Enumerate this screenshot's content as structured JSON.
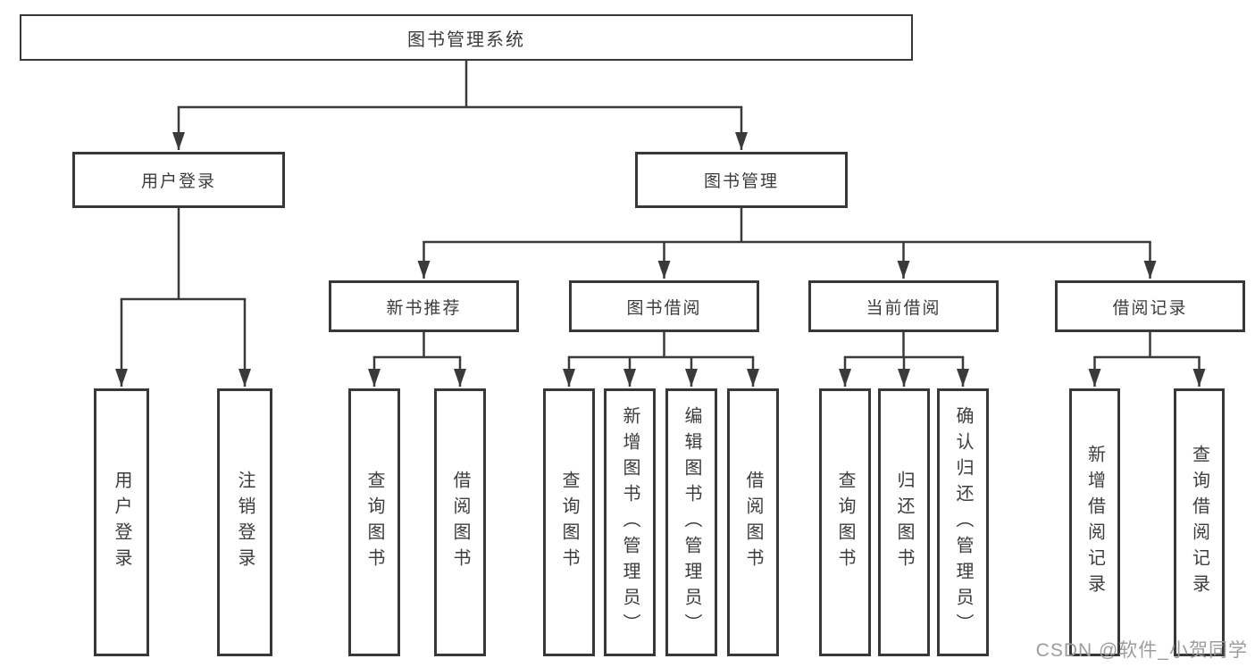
{
  "diagram": {
    "root": {
      "label": "图书管理系统"
    },
    "branches": [
      {
        "label": "用户登录",
        "children": [
          {
            "label": "用户登录"
          },
          {
            "label": "注销登录"
          }
        ]
      },
      {
        "label": "图书管理",
        "children": [
          {
            "label": "新书推荐",
            "children": [
              {
                "label": "查询图书"
              },
              {
                "label": "借阅图书"
              }
            ]
          },
          {
            "label": "图书借阅",
            "children": [
              {
                "label": "查询图书"
              },
              {
                "label": "新增图书（管理员）"
              },
              {
                "label": "编辑图书（管理员）"
              },
              {
                "label": "借阅图书"
              }
            ]
          },
          {
            "label": "当前借阅",
            "children": [
              {
                "label": "查询图书"
              },
              {
                "label": "归还图书"
              },
              {
                "label": "确认归还（管理员）"
              }
            ]
          },
          {
            "label": "借阅记录",
            "children": [
              {
                "label": "新增借阅记录"
              },
              {
                "label": "查询借阅记录"
              }
            ]
          }
        ]
      }
    ]
  },
  "watermark": {
    "text": "CSDN @软件_小贺同学"
  },
  "colors": {
    "line": "#3a3a3a",
    "box_border": "#383838",
    "box_fill": "#ffffff",
    "text": "#3c3c3c",
    "watermark": "#9c9c9c",
    "background": "#ffffff"
  }
}
